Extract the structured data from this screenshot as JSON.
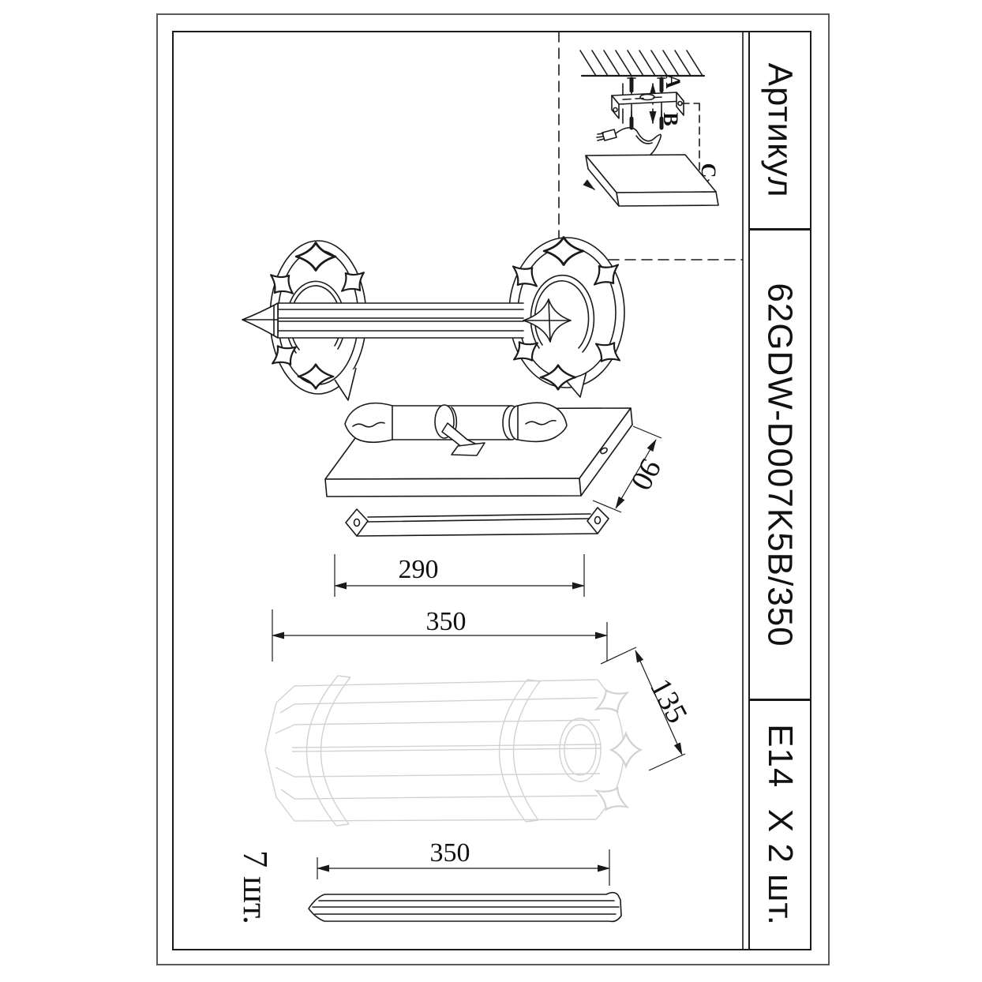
{
  "sheet": {
    "line_color": "#1a1a1a",
    "ghost_line_color": "#d2d2d2",
    "sidebar": {
      "article_label": "Артикул",
      "article_code": "62GDW-D007K5B/350",
      "socket_spec": "E14  X 2 шт."
    },
    "installation": {
      "step_a": "A",
      "step_b": "B",
      "step_c": "C"
    },
    "dimensions": {
      "plate_depth": "90",
      "mount_holes_span": "290",
      "body_length": "350",
      "body_height": "135",
      "strip_length": "350"
    },
    "quantity_note": "7 шт."
  }
}
